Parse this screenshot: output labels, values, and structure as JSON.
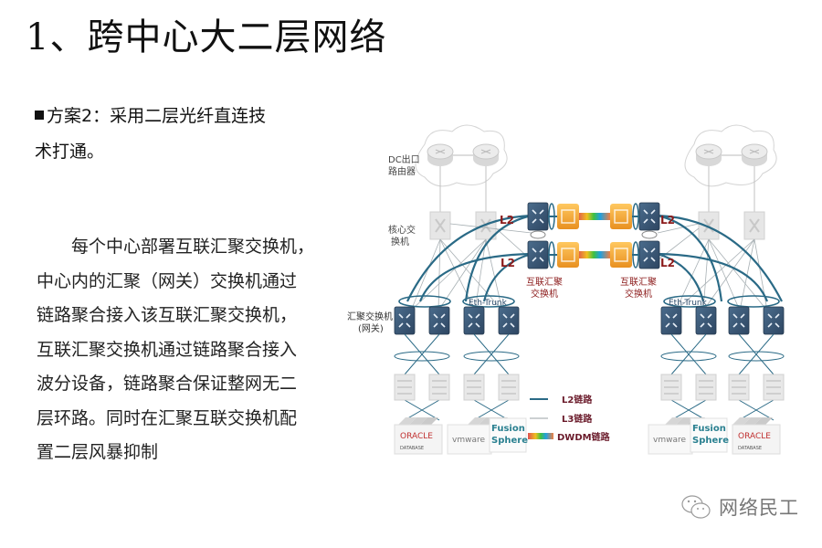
{
  "slide": {
    "title": "1、跨中心大二层网络",
    "bullet": {
      "line1": "方案2：采用二层光纤直连技",
      "line2": "术打通。"
    },
    "paragraph": [
      "每个中心部署互联汇聚交换机，",
      "中心内的汇聚（网关）交换机通过",
      "链路聚合接入该互联汇聚交换机，",
      "互联汇聚交换机通过链路聚合接入",
      "波分设备，链路聚合保证整网无二",
      "层环路。同时在汇聚互联交换机配",
      "置二层风暴抑制"
    ]
  },
  "diagram": {
    "labels": {
      "dc_router_1": "DC出口",
      "dc_router_2": "路由器",
      "core_1": "核心交",
      "core_2": "换机",
      "interconnect_1": "互联汇聚",
      "interconnect_2": "交换机",
      "agg_1": "汇聚交换机",
      "agg_2": "(网关)",
      "eth_trunk": "Eth-Trunk",
      "l2_top": "L2",
      "l2_bottom": "L2"
    },
    "apps": {
      "oracle": "ORACLE",
      "oracle_sub": "DATABASE",
      "vmware": "vmware",
      "fusion_1": "Fusion",
      "fusion_2": "Sphere"
    },
    "legend": [
      {
        "label": "L2链路",
        "style": "thick-teal"
      },
      {
        "label": "L3链路",
        "style": "thin-gray"
      },
      {
        "label": "DWDM链路",
        "style": "rainbow"
      }
    ],
    "colors": {
      "l2_link": "#2a6a86",
      "l3_link": "#9aa0a4",
      "switch": "#3c5a78",
      "dwdm": "#f0a030",
      "label_red": "#8b1a1a"
    }
  },
  "watermark": {
    "text": "网络民工",
    "icon": "wechat-icon"
  }
}
